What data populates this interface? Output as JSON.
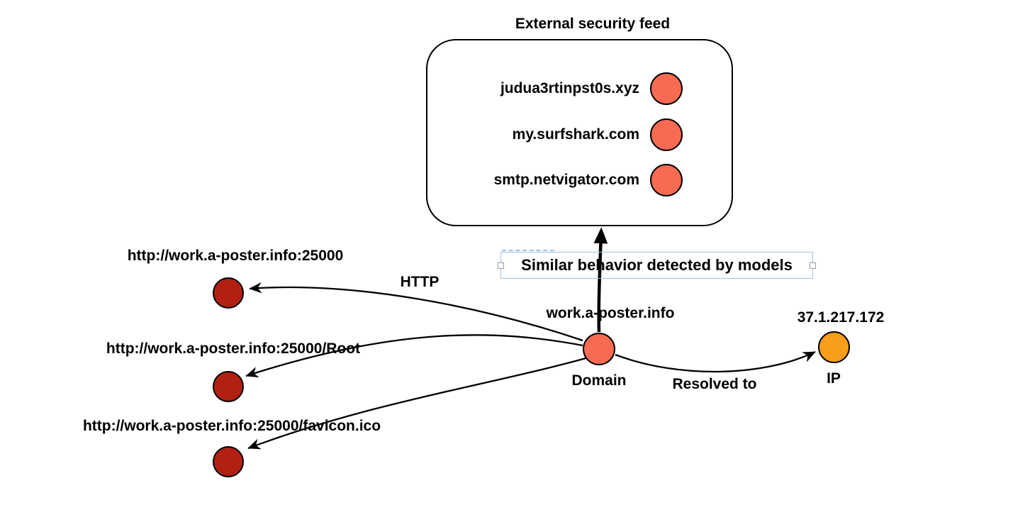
{
  "colors": {
    "salmon": "#F96A52",
    "dark_red": "#B22014",
    "orange": "#F99D1C",
    "edge_black": "#000000",
    "selection_blue": "#9FC1E7"
  },
  "feed_box": {
    "title": "External security feed",
    "items": [
      {
        "label": "judua3rtinpst0s.xyz"
      },
      {
        "label": "my.surfshark.com"
      },
      {
        "label": "smtp.netvigator.com"
      }
    ]
  },
  "graph": {
    "domain": {
      "name": "work.a-poster.info",
      "type_label": "Domain"
    },
    "ip": {
      "name": "37.1.217.172",
      "type_label": "IP"
    },
    "urls": [
      {
        "name": "http://work.a-poster.info:25000"
      },
      {
        "name": "http://work.a-poster.info:25000/Root"
      },
      {
        "name": "http://work.a-poster.info:25000/favicon.ico"
      }
    ],
    "edge_labels": {
      "http": "HTTP",
      "resolved_to": "Resolved to"
    }
  },
  "selection": {
    "label": "Similar behavior detected by models",
    "selected": true
  }
}
